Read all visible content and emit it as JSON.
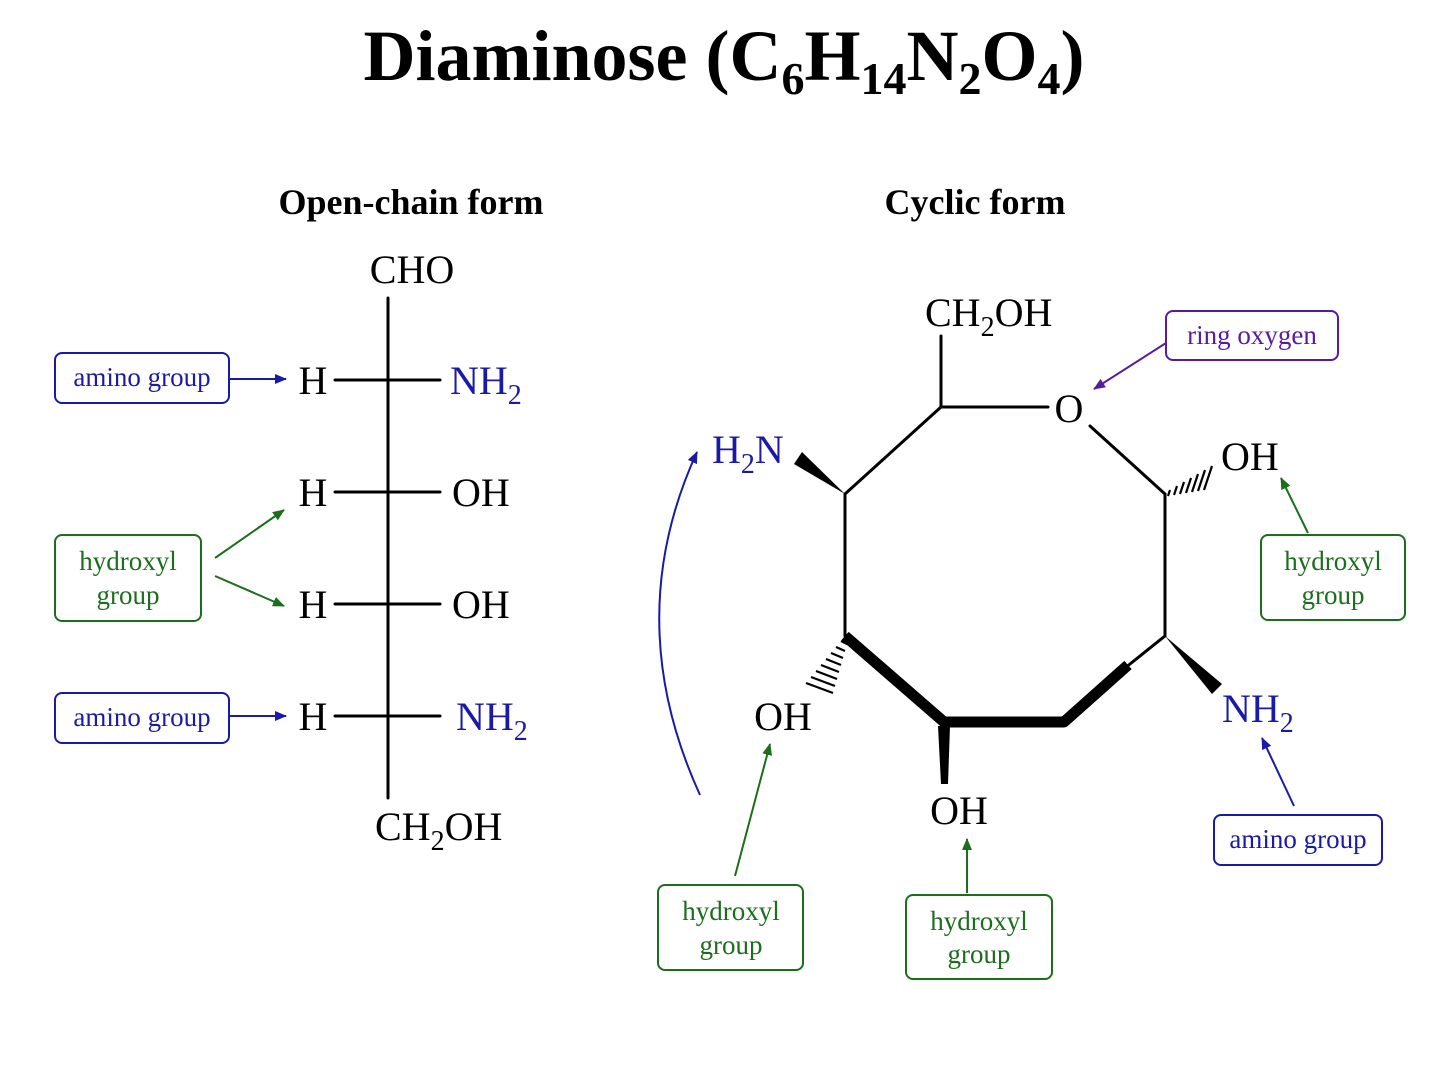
{
  "title": {
    "main": "Diaminose (C",
    "c": "6",
    "h": "H",
    "h_n": "14",
    "n": "N",
    "n_n": "2",
    "o": "O",
    "o_n": "4",
    "close": ")"
  },
  "open_chain": {
    "heading": "Open-chain form",
    "top": "CHO",
    "bottom": {
      "ch": "CH",
      "sub": "2",
      "oh": "OH"
    },
    "rows": [
      {
        "left": "H",
        "right": "NH",
        "right_sub": "2"
      },
      {
        "left": "H",
        "right": "OH",
        "right_sub": ""
      },
      {
        "left": "H",
        "right": "OH",
        "right_sub": ""
      },
      {
        "left": "H",
        "right": "NH",
        "right_sub": "2"
      }
    ],
    "labels": {
      "amino_1": "amino group",
      "hydroxyl_line1": "hydroxyl",
      "hydroxyl_line2": "group",
      "amino_2": "amino group"
    }
  },
  "cyclic": {
    "heading": "Cyclic form",
    "ring_o": "O",
    "top_sub": {
      "ch": "CH",
      "sub": "2",
      "oh": "OH"
    },
    "h2n": {
      "h": "H",
      "sub": "2",
      "n": "N"
    },
    "oh_right": "OH",
    "oh_left": "OH",
    "oh_bottom": "OH",
    "nh2_right": {
      "nh": "NH",
      "sub": "2"
    },
    "labels": {
      "ring_oxygen": "ring oxygen",
      "hydroxyl_right_1": "hydroxyl",
      "hydroxyl_right_2": "group",
      "amino_right": "amino group",
      "hydroxyl_left_1": "hydroxyl",
      "hydroxyl_left_2": "group",
      "hydroxyl_bottom_1": "hydroxyl",
      "hydroxyl_bottom_2": "group"
    }
  },
  "colors": {
    "amino": "#1a1aa6",
    "hydroxyl": "#1b6e1b",
    "ring_oxygen": "#5a1aa0"
  }
}
